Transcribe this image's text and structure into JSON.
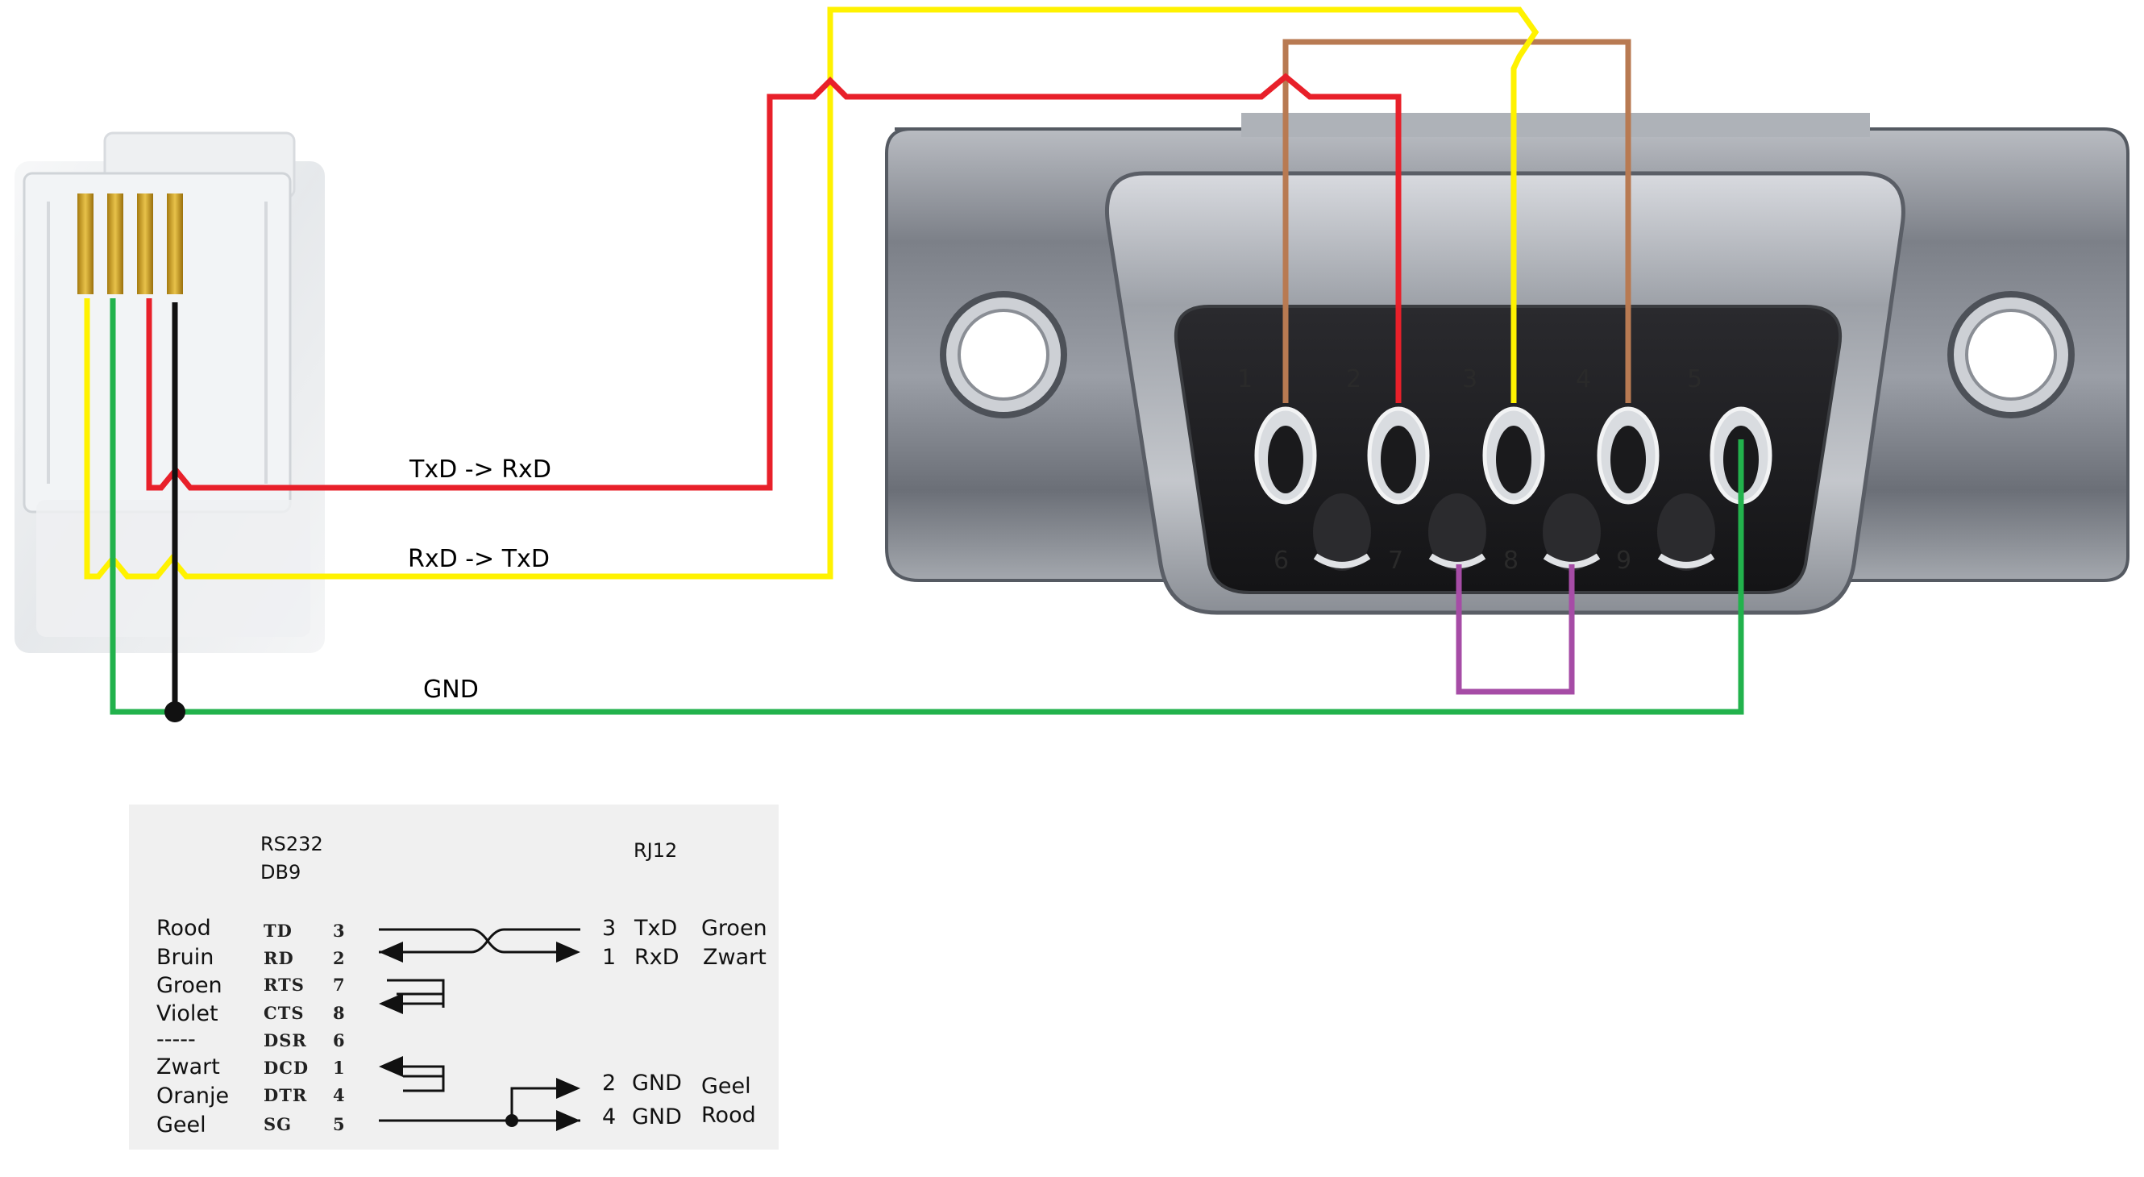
{
  "wire_labels": {
    "txd": "TxD -> RxD",
    "rxd": "RxD -> TxD",
    "gnd": "GND"
  },
  "db9_pins": {
    "top": [
      "1",
      "2",
      "3",
      "4",
      "5"
    ],
    "bottom": [
      "6",
      "7",
      "8",
      "9"
    ]
  },
  "colors": {
    "red": "#e8202a",
    "yellow": "#fff200",
    "brown": "#b87a52",
    "green": "#22b24c",
    "purple": "#a64ca6",
    "black": "#111111"
  },
  "table": {
    "header_left_1": "RS232",
    "header_left_2": "DB9",
    "header_right": "RJ12",
    "rows": [
      {
        "color": "Rood",
        "signal": "TD",
        "pin": "3"
      },
      {
        "color": "Bruin",
        "signal": "RD",
        "pin": "2"
      },
      {
        "color": "Groen",
        "signal": "RTS",
        "pin": "7"
      },
      {
        "color": "Violet",
        "signal": "CTS",
        "pin": "8"
      },
      {
        "color": "-----",
        "signal": "DSR",
        "pin": "6"
      },
      {
        "color": "Zwart",
        "signal": "DCD",
        "pin": "1"
      },
      {
        "color": "Oranje",
        "signal": "DTR",
        "pin": "4"
      },
      {
        "color": "Geel",
        "signal": "SG",
        "pin": "5"
      }
    ],
    "rj12": [
      {
        "pin": "3",
        "signal": "TxD",
        "color": "Groen"
      },
      {
        "pin": "1",
        "signal": "RxD",
        "color": "Zwart"
      },
      {
        "pin": "2",
        "signal": "GND",
        "color": "Geel"
      },
      {
        "pin": "4",
        "signal": "GND",
        "color": "Rood"
      }
    ]
  }
}
